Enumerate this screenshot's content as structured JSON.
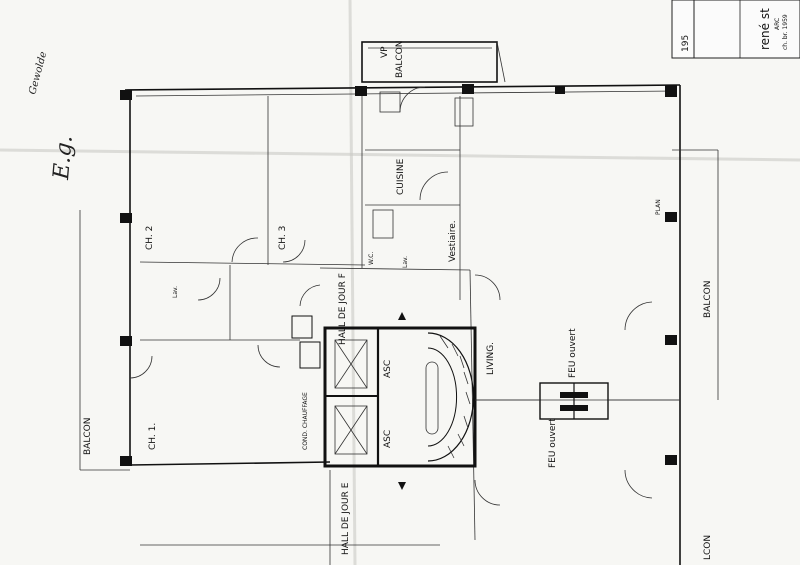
{
  "labels": {
    "balcon_top": "BALCON",
    "vp": "VP",
    "cuisine": "CUISINE",
    "ch3": "CH. 3",
    "ch2": "CH. 2",
    "wc": "W.C.",
    "lav": "Lav.",
    "lav2": "Lav.",
    "vestiaire": "Vestiaire.",
    "hall_jour_f": "HALL DE JOUR F",
    "asc_top": "ASC",
    "asc_bottom": "ASC",
    "living": "LIVING.",
    "feu_top": "FEU ouvert",
    "feu_bottom": "FEU ouvert",
    "balcon_right": "BALCON",
    "ch1": "CH. 1.",
    "balcon_left": "BALCON",
    "conduit": "COND. CHAUFFAGE",
    "hall_jour_e": "HALL DE JOUR E",
    "balcon_bottom_right": "LCON",
    "sheet_number": "195",
    "architect": "rené st",
    "architect_sub": "ARC",
    "date_note": "ch. br. 1959",
    "handwritten_top": "Gewolde",
    "handwritten_mark": "E.g.",
    "small_tag": "PLAN"
  }
}
